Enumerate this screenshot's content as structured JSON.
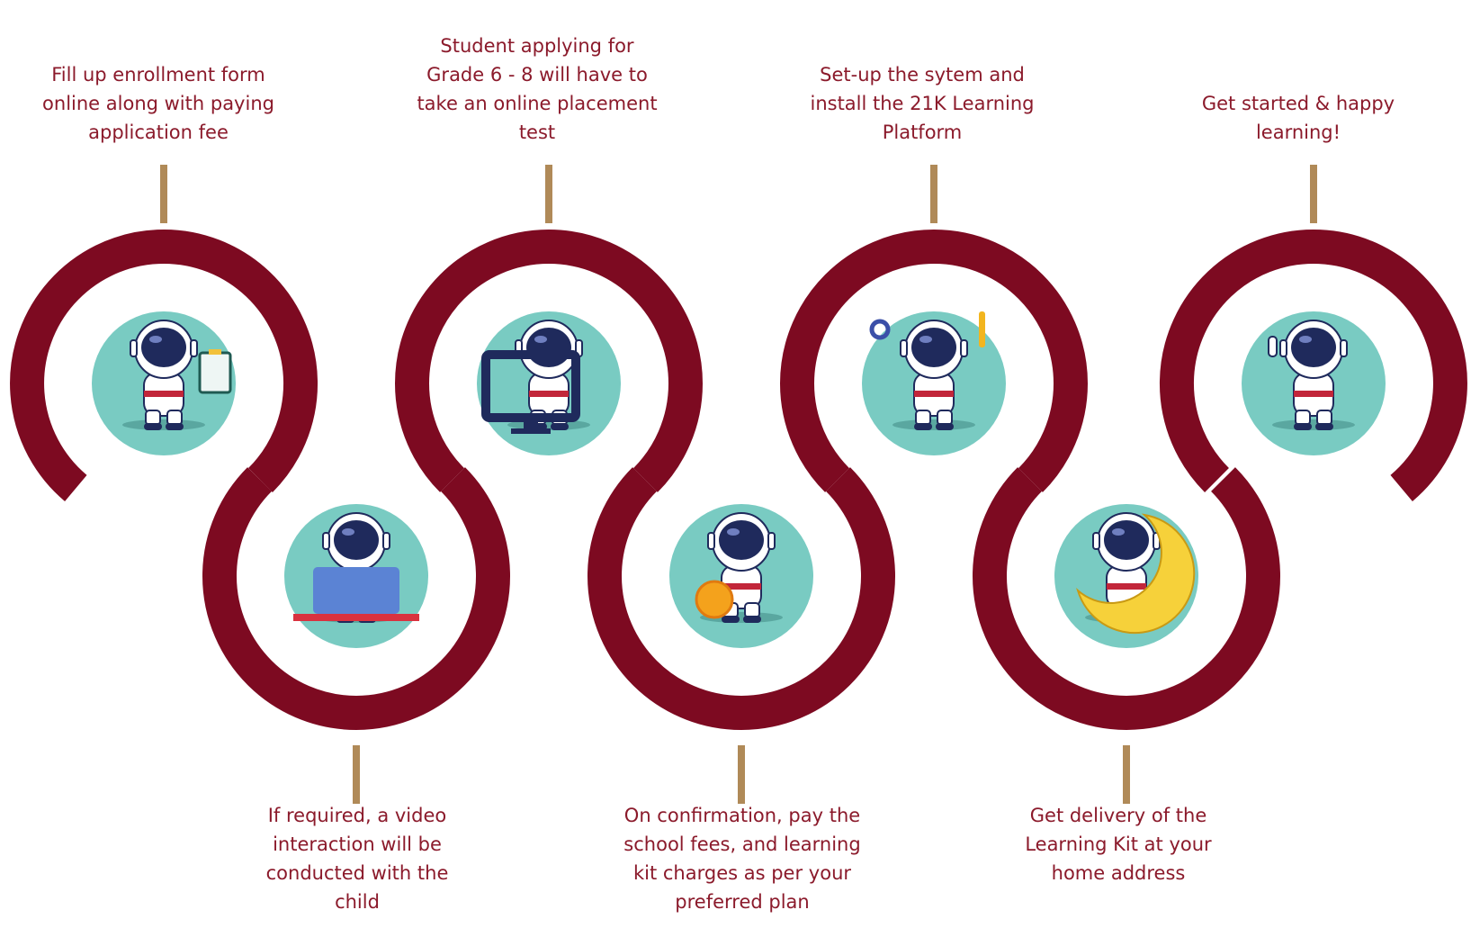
{
  "colors": {
    "track": "#7d0a21",
    "circle": "#79cbc2",
    "connector": "#b08a58",
    "text": "#8b1a2b",
    "suit": "#ffffff",
    "visor": "#1f2a5c"
  },
  "steps": [
    {
      "text": "Fill up enrollment form\nonline along with paying\napplication fee",
      "illustration": "astronaut-clipboard"
    },
    {
      "text": "If required, a video\ninteraction will be\nconducted with the\nchild",
      "illustration": "astronaut-laptop"
    },
    {
      "text": "Student applying for\nGrade 6 - 8 will have to\ntake an online placement\ntest",
      "illustration": "astronaut-monitor"
    },
    {
      "text": "On confirmation, pay the\nschool fees, and learning\nkit charges as per your\npreferred plan",
      "illustration": "astronaut-coin"
    },
    {
      "text": "Set-up the sytem and\ninstall the 21K Learning\nPlatform",
      "illustration": "astronaut-tools"
    },
    {
      "text": "Get delivery of the\nLearning Kit at your\nhome address",
      "illustration": "astronaut-moon"
    },
    {
      "text": "Get started & happy\nlearning!",
      "illustration": "astronaut-peace"
    }
  ]
}
